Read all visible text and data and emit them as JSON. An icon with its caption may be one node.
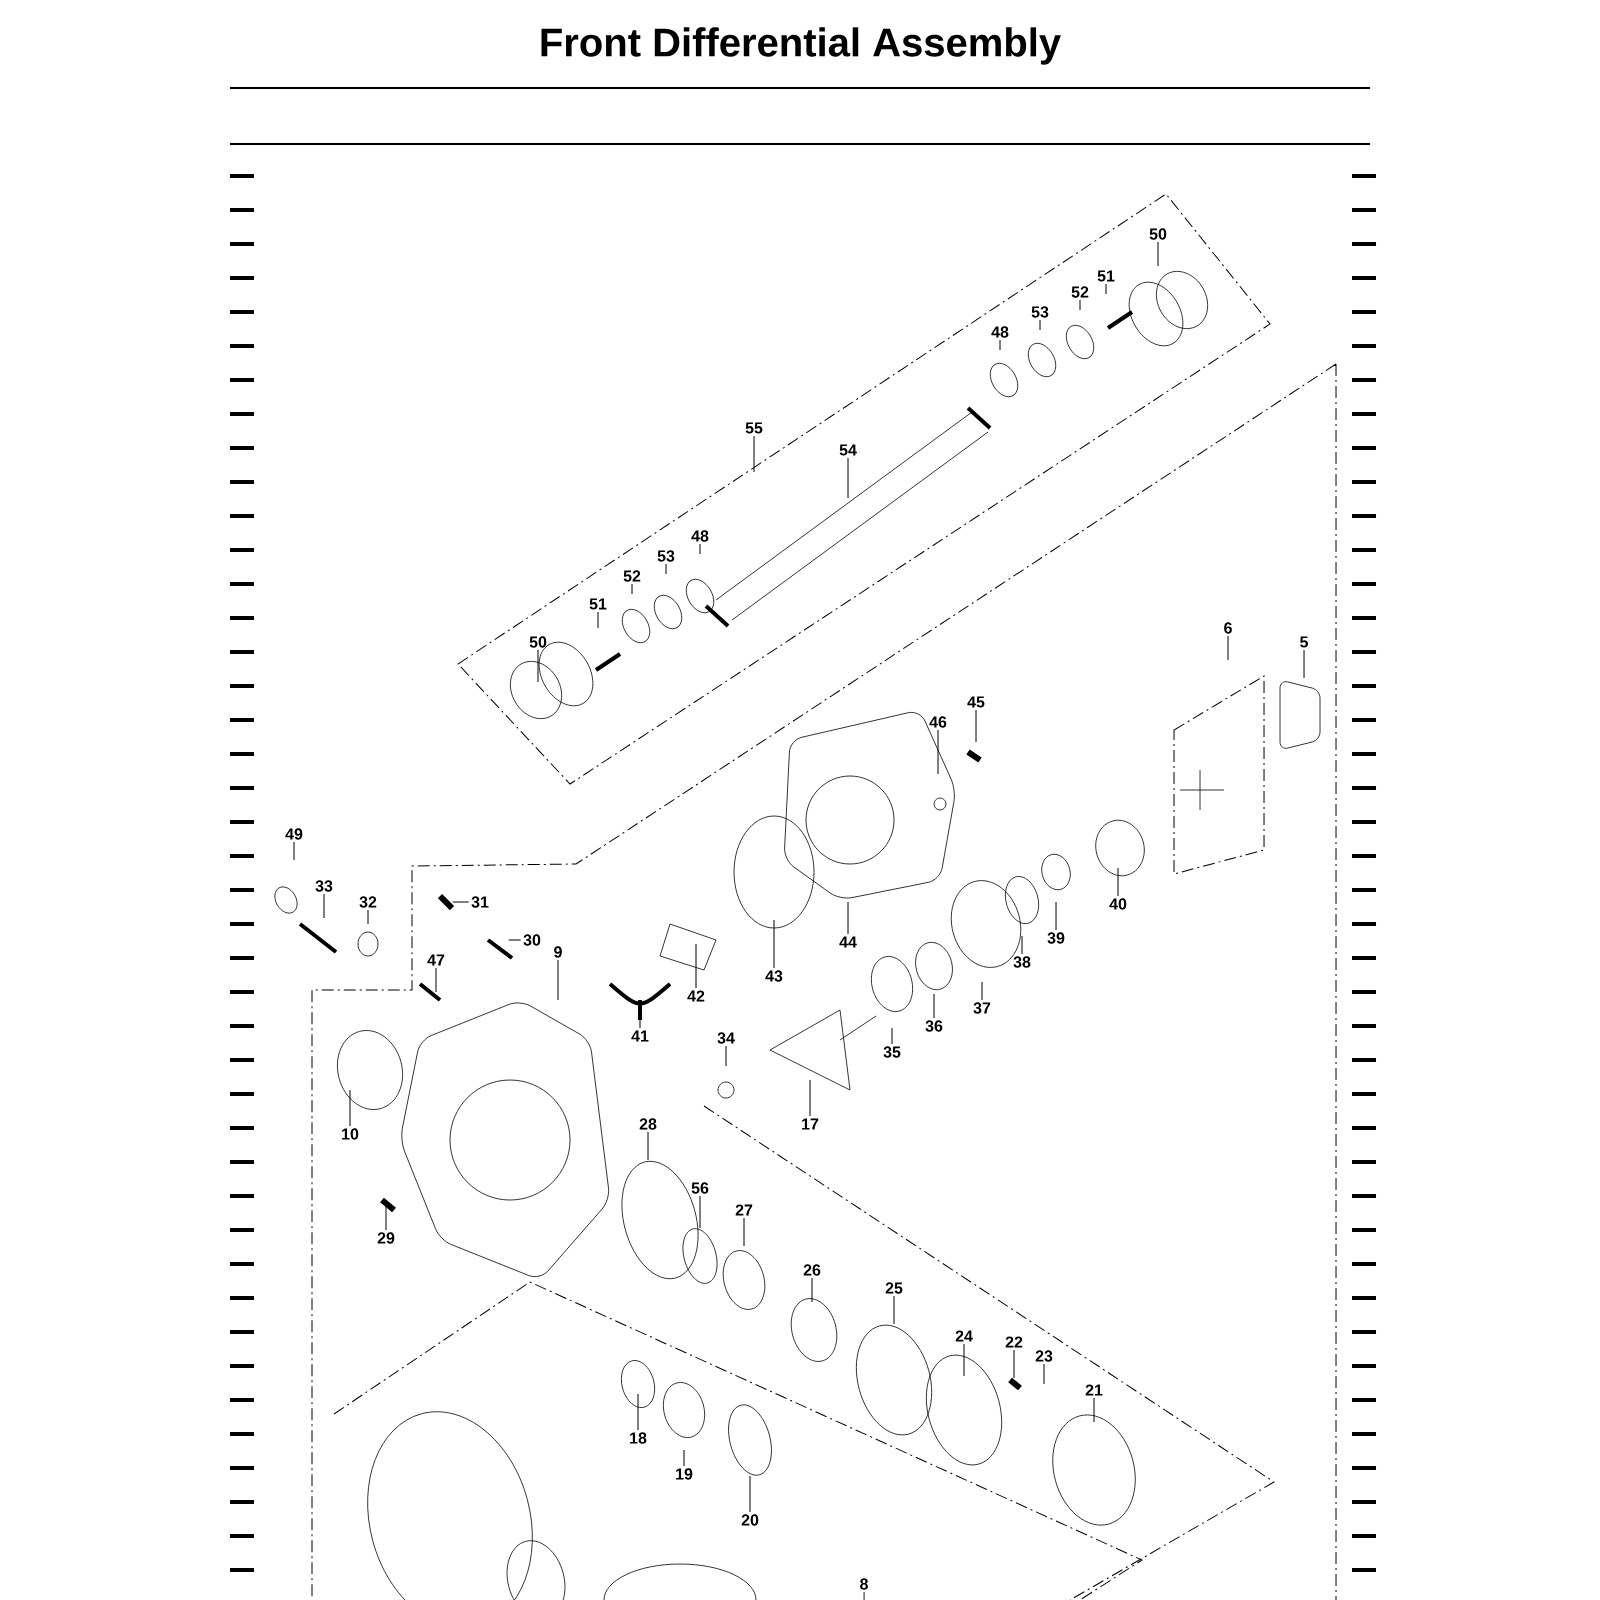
{
  "diagram": {
    "title": "Front Differential Assembly",
    "nodes": [
      {
        "text": [
          "50"
        ]
      },
      {
        "text": [
          "51"
        ]
      },
      {
        "text": [
          "52"
        ]
      },
      {
        "text": [
          "53"
        ]
      },
      {
        "text": [
          "48"
        ]
      },
      {
        "text": [
          "55"
        ]
      },
      {
        "text": [
          "54"
        ]
      },
      {
        "text": [
          "48"
        ]
      },
      {
        "text": [
          "53"
        ]
      },
      {
        "text": [
          "52"
        ]
      },
      {
        "text": [
          "51"
        ]
      },
      {
        "text": [
          "50"
        ]
      },
      {
        "text": [
          "6"
        ]
      },
      {
        "text": [
          "5"
        ]
      },
      {
        "text": [
          "45"
        ]
      },
      {
        "text": [
          "46"
        ]
      },
      {
        "text": [
          "49"
        ]
      },
      {
        "text": [
          "33"
        ]
      },
      {
        "text": [
          "32"
        ]
      },
      {
        "text": [
          "31"
        ]
      },
      {
        "text": [
          "40"
        ]
      },
      {
        "text": [
          "30"
        ]
      },
      {
        "text": [
          "44"
        ]
      },
      {
        "text": [
          "39"
        ]
      },
      {
        "text": [
          "9"
        ]
      },
      {
        "text": [
          "47"
        ]
      },
      {
        "text": [
          "38"
        ]
      },
      {
        "text": [
          "43"
        ]
      },
      {
        "text": [
          "42"
        ]
      },
      {
        "text": [
          "37"
        ]
      },
      {
        "text": [
          "36"
        ]
      },
      {
        "text": [
          "41"
        ]
      },
      {
        "text": [
          "34"
        ]
      },
      {
        "text": [
          "35"
        ]
      },
      {
        "text": [
          "17"
        ]
      },
      {
        "text": [
          "28"
        ]
      },
      {
        "text": [
          "10"
        ]
      },
      {
        "text": [
          "56"
        ]
      },
      {
        "text": [
          "27"
        ]
      },
      {
        "text": [
          "29"
        ]
      },
      {
        "text": [
          "26"
        ]
      },
      {
        "text": [
          "25"
        ]
      },
      {
        "text": [
          "24"
        ]
      },
      {
        "text": [
          "22"
        ]
      },
      {
        "text": [
          "23"
        ]
      },
      {
        "text": [
          "21"
        ]
      },
      {
        "text": [
          "18"
        ]
      },
      {
        "text": [
          "19"
        ]
      },
      {
        "text": [
          "20"
        ]
      },
      {
        "text": [
          "8"
        ]
      }
    ],
    "edges": [
      {
        "from": 0,
        "to": null,
        "arrow": "none"
      },
      {
        "from": 1,
        "to": null,
        "arrow": "none"
      },
      {
        "from": 2,
        "to": null,
        "arrow": "none"
      },
      {
        "from": 3,
        "to": null,
        "arrow": "none"
      },
      {
        "from": 4,
        "to": null,
        "arrow": "none"
      },
      {
        "from": 5,
        "to": null,
        "arrow": "none"
      },
      {
        "from": 6,
        "to": null,
        "arrow": "none"
      },
      {
        "from": 7,
        "to": null,
        "arrow": "none"
      },
      {
        "from": 8,
        "to": null,
        "arrow": "none"
      },
      {
        "from": 9,
        "to": null,
        "arrow": "none"
      },
      {
        "from": 10,
        "to": null,
        "arrow": "none"
      },
      {
        "from": 11,
        "to": null,
        "arrow": "none"
      },
      {
        "from": 12,
        "to": null,
        "arrow": "none"
      },
      {
        "from": 13,
        "to": null,
        "arrow": "none"
      },
      {
        "from": 14,
        "to": null,
        "arrow": "none"
      },
      {
        "from": 15,
        "to": null,
        "arrow": "none"
      },
      {
        "from": 16,
        "to": null,
        "arrow": "none"
      },
      {
        "from": 17,
        "to": null,
        "arrow": "none"
      },
      {
        "from": 18,
        "to": null,
        "arrow": "none"
      },
      {
        "from": 19,
        "to": null,
        "arrow": "none"
      },
      {
        "from": 20,
        "to": null,
        "arrow": "none"
      },
      {
        "from": 21,
        "to": null,
        "arrow": "none"
      },
      {
        "from": 22,
        "to": null,
        "arrow": "none"
      },
      {
        "from": 23,
        "to": null,
        "arrow": "none"
      },
      {
        "from": 24,
        "to": null,
        "arrow": "none"
      },
      {
        "from": 25,
        "to": null,
        "arrow": "none"
      },
      {
        "from": 26,
        "to": null,
        "arrow": "none"
      },
      {
        "from": 27,
        "to": null,
        "arrow": "none"
      },
      {
        "from": 28,
        "to": null,
        "arrow": "none"
      },
      {
        "from": 29,
        "to": null,
        "arrow": "none"
      },
      {
        "from": 30,
        "to": null,
        "arrow": "none"
      },
      {
        "from": 31,
        "to": null,
        "arrow": "none"
      },
      {
        "from": 32,
        "to": null,
        "arrow": "none"
      },
      {
        "from": 33,
        "to": null,
        "arrow": "none"
      },
      {
        "from": 34,
        "to": null,
        "arrow": "none"
      },
      {
        "from": 35,
        "to": null,
        "arrow": "none"
      },
      {
        "from": 36,
        "to": null,
        "arrow": "none"
      },
      {
        "from": 37,
        "to": null,
        "arrow": "none"
      },
      {
        "from": 38,
        "to": null,
        "arrow": "none"
      },
      {
        "from": 39,
        "to": null,
        "arrow": "none"
      },
      {
        "from": 40,
        "to": null,
        "arrow": "none"
      },
      {
        "from": 41,
        "to": null,
        "arrow": "none"
      },
      {
        "from": 42,
        "to": null,
        "arrow": "none"
      },
      {
        "from": 43,
        "to": null,
        "arrow": "none"
      },
      {
        "from": 44,
        "to": null,
        "arrow": "none"
      },
      {
        "from": 45,
        "to": null,
        "arrow": "none"
      },
      {
        "from": 46,
        "to": null,
        "arrow": "none"
      },
      {
        "from": 47,
        "to": null,
        "arrow": "none"
      },
      {
        "from": 48,
        "to": null,
        "arrow": "none"
      },
      {
        "from": 49,
        "to": null,
        "arrow": "none"
      }
    ]
  }
}
